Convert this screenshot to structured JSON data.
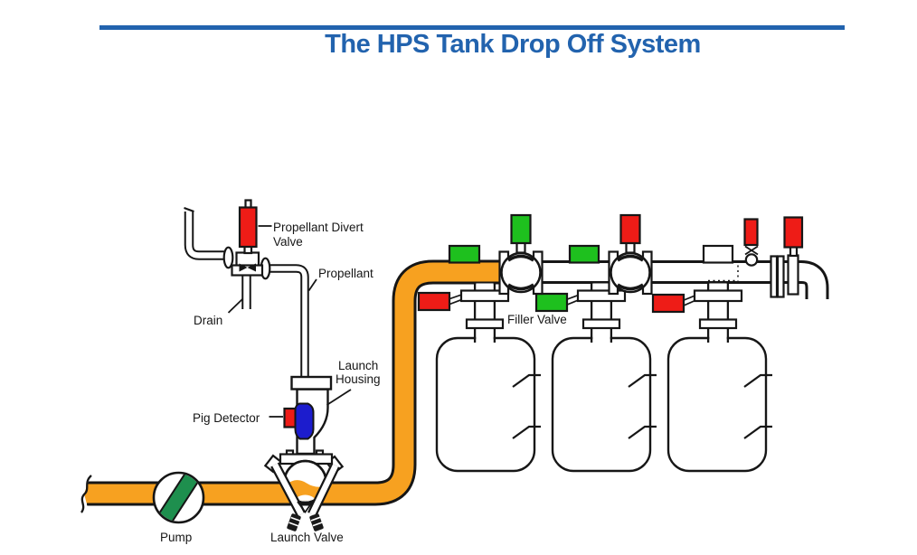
{
  "title": "The HPS Tank Drop Off System",
  "colors": {
    "accent": "#2263ae",
    "ink": "#161616",
    "pipe_orange": "#f7a120",
    "status_red": "#ee1c17",
    "status_green": "#1ec01e",
    "pump_green": "#1e8f4e",
    "pig_blue": "#1c1ccd"
  },
  "labels": {
    "propellant_divert_valve": [
      "Propellant Divert",
      "Valve"
    ],
    "propellant": "Propellant",
    "drain": "Drain",
    "launch_housing": [
      "Launch",
      "Housing"
    ],
    "pig_detector": "Pig Detector",
    "pump": "Pump",
    "launch_valve": "Launch Valve",
    "filler_valve": "Filler Valve"
  }
}
